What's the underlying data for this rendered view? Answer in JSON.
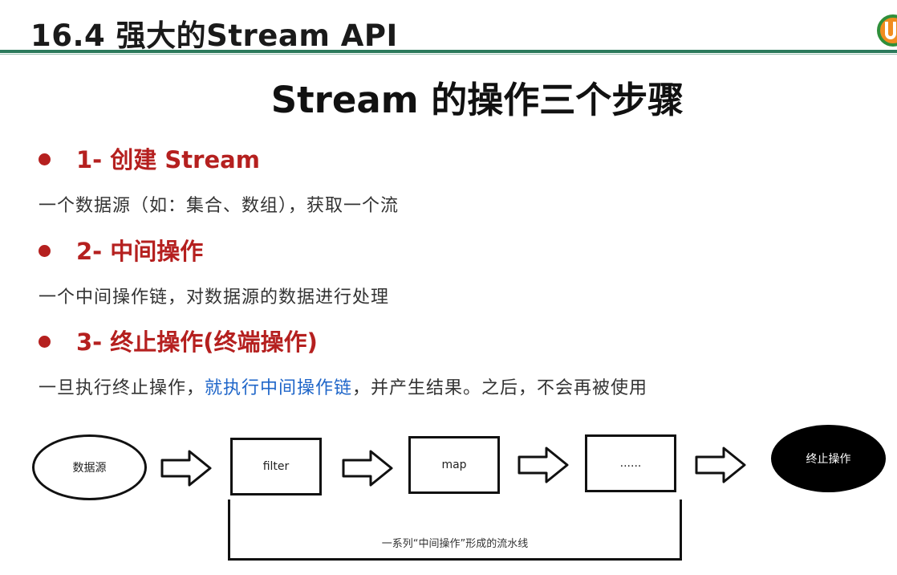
{
  "header": {
    "title": "16.4 强大的Stream API",
    "accent_color": "#2c7a5c",
    "logo_icon": "brand-logo-icon"
  },
  "slide": {
    "title": "Stream 的操作三个步骤",
    "steps": [
      {
        "heading": "1- 创建 Stream",
        "description": "一个数据源（如：集合、数组），获取一个流"
      },
      {
        "heading": "2- 中间操作",
        "description": "一个中间操作链，对数据源的数据进行处理"
      },
      {
        "heading": "3- 终止操作(终端操作)",
        "description_before": "一旦执行终止操作，",
        "description_highlight": "就执行中间操作链",
        "description_after": "，并产生结果。之后，不会再被使用"
      }
    ],
    "step_color": "#b5201f",
    "highlight_color": "#1f66c9"
  },
  "diagram": {
    "source": "数据源",
    "ops": [
      "filter",
      "map",
      "......"
    ],
    "terminal": "终止操作",
    "pipeline_label": "一系列“中间操作”形成的流水线",
    "arrow_icon": "right-arrow-icon"
  }
}
